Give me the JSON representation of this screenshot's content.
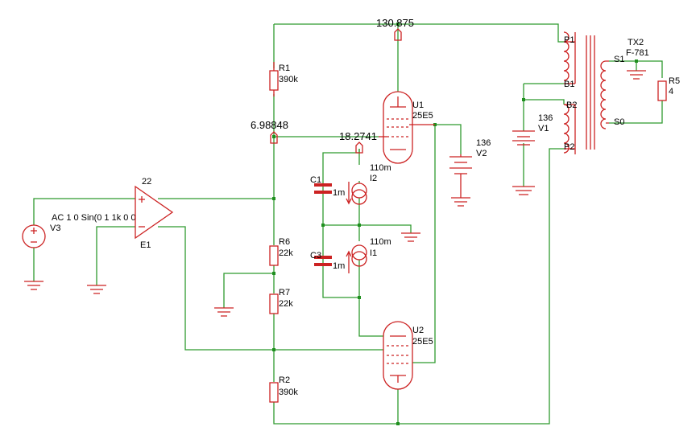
{
  "diagram": {
    "node_voltages": {
      "top": "130.875",
      "left": "6.98848",
      "grid": "18.2741"
    },
    "components": {
      "r1": {
        "ref": "R1",
        "value": "390k"
      },
      "r6": {
        "ref": "R6",
        "value": "22k"
      },
      "r7": {
        "ref": "R7",
        "value": "22k"
      },
      "r2": {
        "ref": "R2",
        "value": "390k"
      },
      "r5": {
        "ref": "R5",
        "value": "4"
      },
      "c1": {
        "ref": "C1",
        "value": "1m"
      },
      "c3": {
        "ref": "C3",
        "value": "1m"
      },
      "i2": {
        "ref": "I2",
        "value": "110m"
      },
      "i1": {
        "ref": "I1",
        "value": "110m"
      },
      "u1": {
        "ref": "U1",
        "value": "25E5"
      },
      "u2": {
        "ref": "U2",
        "value": "25E5"
      },
      "v1": {
        "ref": "V1",
        "value": "136"
      },
      "v2": {
        "ref": "V2",
        "value": "136"
      },
      "v3": {
        "ref": "V3",
        "value": "AC 1 0 Sin(0 1 1k 0 0)"
      },
      "e1": {
        "ref": "E1",
        "value": "22"
      },
      "tx2": {
        "ref": "TX2",
        "value": "F-781"
      }
    },
    "transformer_pins": {
      "p1": "P1",
      "b1": "B1",
      "b2": "B2",
      "p2": "P2",
      "s1": "S1",
      "s0": "S0"
    },
    "colors": {
      "wire": "#2f9a2f",
      "component": "#cc2222",
      "node": "#1f8f1f"
    }
  }
}
